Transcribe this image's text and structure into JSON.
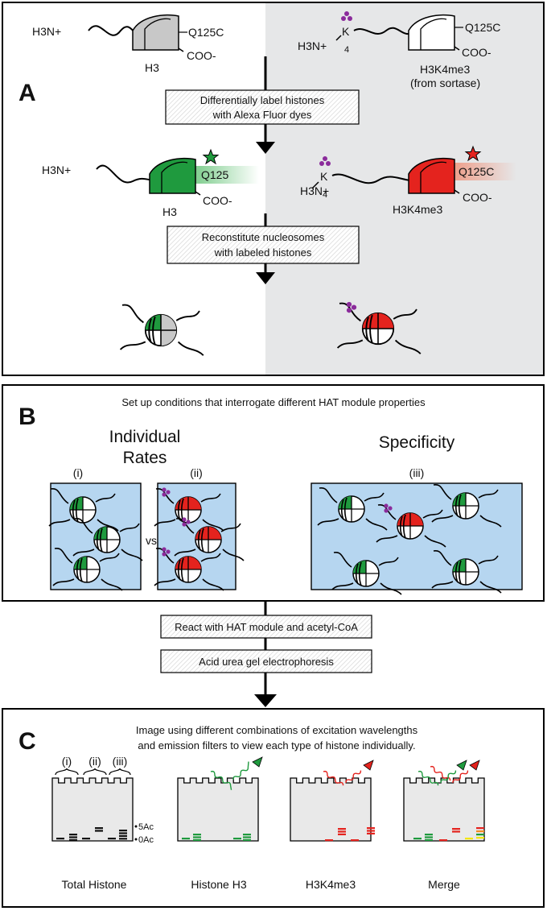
{
  "panel_a": {
    "letter": "A",
    "h3_unlabeled": {
      "n_term": "H3N+",
      "site": "Q125C",
      "c_term": "COO-",
      "name": "H3"
    },
    "h3k4me3_unlabeled": {
      "n_term": "H3N+",
      "lys": "K",
      "lys_pos": "4",
      "site": "Q125C",
      "c_term": "COO-",
      "name": "H3K4me3",
      "source": "(from sortase)"
    },
    "step1": [
      "Differentially label histones",
      "with Alexa Fluor dyes"
    ],
    "h3_labeled": {
      "n_term": "H3N+",
      "site": "Q125",
      "c_term": "COO-",
      "name": "H3"
    },
    "h3k4me3_labeled": {
      "n_term": "H3N+",
      "lys": "K",
      "lys_pos": "4",
      "site": "Q125C",
      "c_term": "COO-",
      "name": "H3K4me3"
    },
    "step2": [
      "Reconstitute nucleosomes",
      "with labeled histones"
    ]
  },
  "panel_b": {
    "letter": "B",
    "header": "Set up conditions that interrogate different HAT module properties",
    "individual_rates": [
      "Individual",
      "Rates"
    ],
    "specificity": "Specificity",
    "cond_i": "(i)",
    "cond_ii": "(ii)",
    "cond_iii": "(iii)",
    "vs": "vs."
  },
  "steps_mid": {
    "react": "React with HAT module and acetyl-CoA",
    "gel": "Acid urea gel electrophoresis"
  },
  "panel_c": {
    "letter": "C",
    "header": [
      "Image using different combinations of excitation wavelengths",
      "and emission filters to view each type of histone individually."
    ],
    "lane_groups": [
      "(i)",
      "(ii)",
      "(iii)"
    ],
    "marker_5ac": "5Ac",
    "marker_0ac": "0Ac",
    "gels": [
      "Total Histone",
      "Histone H3",
      "H3K4me3",
      "Merge"
    ]
  },
  "colors": {
    "green": "#1f9a3e",
    "red": "#e4231e",
    "gray_bg": "#e6e7e8",
    "blue_well": "#b6d6f0",
    "purple": "#8b2b9b",
    "yellow": "#f3e600",
    "light_gray_protein": "#c8c8c8"
  }
}
